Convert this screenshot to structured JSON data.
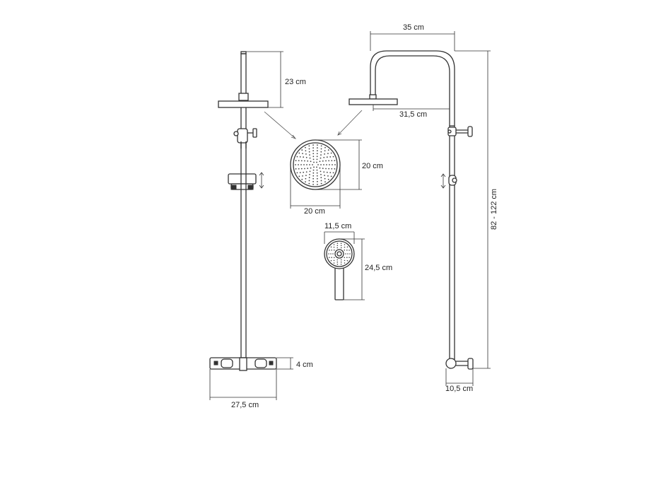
{
  "dimensions": {
    "side_view_head_height": "23 cm",
    "thermostat_height": "4 cm",
    "thermostat_width": "27,5 cm",
    "arm_width": "35 cm",
    "head_reach": "31,5 cm",
    "total_height": "82 - 122 cm",
    "base_depth": "10,5 cm",
    "rain_head_height": "20 cm",
    "rain_head_width": "20 cm",
    "hand_shower_width": "11,5 cm",
    "hand_shower_length": "24,5 cm"
  }
}
